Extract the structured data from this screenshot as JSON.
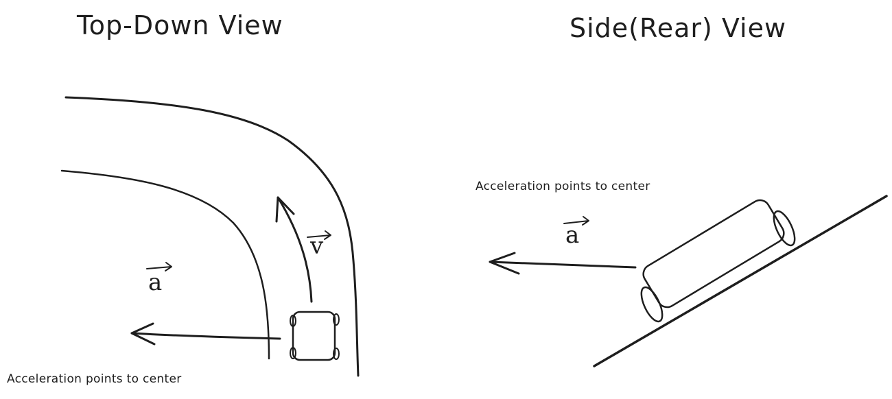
{
  "top_down": {
    "title": "Top-Down View",
    "acceleration_note": "Acceleration points to center",
    "velocity_symbol": "v",
    "acceleration_symbol": "a"
  },
  "side_rear": {
    "title": "Side(Rear) View",
    "acceleration_note": "Acceleration points to center",
    "acceleration_symbol": "a"
  },
  "colors": {
    "ink": "#1e1e1e",
    "background": "#ffffff"
  }
}
